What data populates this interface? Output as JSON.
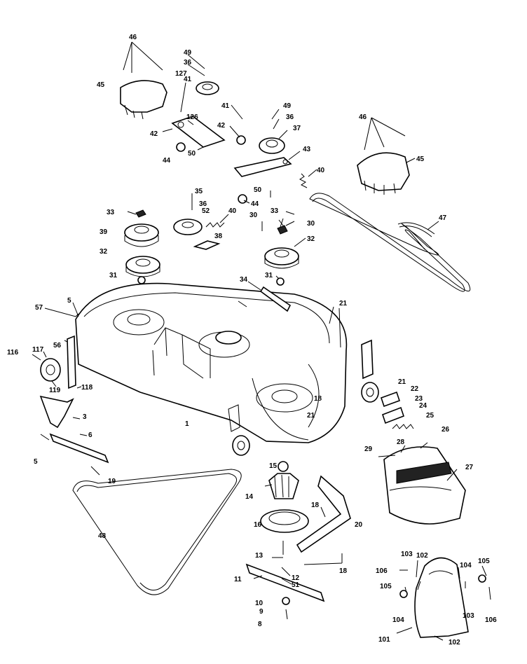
{
  "labels": [
    {
      "id": "l46a",
      "text": "46"
    },
    {
      "id": "l45a",
      "text": "45"
    },
    {
      "id": "l49a",
      "text": "49"
    },
    {
      "id": "l36a",
      "text": "36"
    },
    {
      "id": "l127",
      "text": "127"
    },
    {
      "id": "l41a",
      "text": "41"
    },
    {
      "id": "l126",
      "text": "126"
    },
    {
      "id": "l42a",
      "text": "42"
    },
    {
      "id": "l44a",
      "text": "44"
    },
    {
      "id": "l50a",
      "text": "50"
    },
    {
      "id": "l41b",
      "text": "41"
    },
    {
      "id": "l42b",
      "text": "42"
    },
    {
      "id": "l49b",
      "text": "49"
    },
    {
      "id": "l36b",
      "text": "36"
    },
    {
      "id": "l37",
      "text": "37"
    },
    {
      "id": "l43",
      "text": "43"
    },
    {
      "id": "l46b",
      "text": "46"
    },
    {
      "id": "l45b",
      "text": "45"
    },
    {
      "id": "l40a",
      "text": "40"
    },
    {
      "id": "l50b",
      "text": "50"
    },
    {
      "id": "l44b",
      "text": "44"
    },
    {
      "id": "l35",
      "text": "35"
    },
    {
      "id": "l36c",
      "text": "36"
    },
    {
      "id": "l52",
      "text": "52"
    },
    {
      "id": "l40b",
      "text": "40"
    },
    {
      "id": "l30a",
      "text": "30"
    },
    {
      "id": "l33a",
      "text": "33"
    },
    {
      "id": "l30b",
      "text": "30"
    },
    {
      "id": "l47",
      "text": "47"
    },
    {
      "id": "l33b",
      "text": "33"
    },
    {
      "id": "l39",
      "text": "39"
    },
    {
      "id": "l38",
      "text": "38"
    },
    {
      "id": "l32a",
      "text": "32"
    },
    {
      "id": "l32b",
      "text": "32"
    },
    {
      "id": "l31a",
      "text": "31"
    },
    {
      "id": "l31b",
      "text": "31"
    },
    {
      "id": "l34",
      "text": "34"
    },
    {
      "id": "l21a",
      "text": "21"
    },
    {
      "id": "l57",
      "text": "57"
    },
    {
      "id": "l5a",
      "text": "5"
    },
    {
      "id": "l116",
      "text": "116"
    },
    {
      "id": "l117",
      "text": "117"
    },
    {
      "id": "l56",
      "text": "56"
    },
    {
      "id": "l119",
      "text": "119"
    },
    {
      "id": "l118",
      "text": "118"
    },
    {
      "id": "l21b",
      "text": "21"
    },
    {
      "id": "l22",
      "text": "22"
    },
    {
      "id": "l23",
      "text": "23"
    },
    {
      "id": "l24",
      "text": "24"
    },
    {
      "id": "l25",
      "text": "25"
    },
    {
      "id": "l18a",
      "text": "18"
    },
    {
      "id": "l21c",
      "text": "21"
    },
    {
      "id": "l1",
      "text": "1"
    },
    {
      "id": "l3",
      "text": "3"
    },
    {
      "id": "l6",
      "text": "6"
    },
    {
      "id": "l5b",
      "text": "5"
    },
    {
      "id": "l26",
      "text": "26"
    },
    {
      "id": "l28",
      "text": "28"
    },
    {
      "id": "l29",
      "text": "29"
    },
    {
      "id": "l27",
      "text": "27"
    },
    {
      "id": "l15",
      "text": "15"
    },
    {
      "id": "l19",
      "text": "19"
    },
    {
      "id": "l14",
      "text": "14"
    },
    {
      "id": "l18b",
      "text": "18"
    },
    {
      "id": "l20",
      "text": "20"
    },
    {
      "id": "l16",
      "text": "16"
    },
    {
      "id": "l48",
      "text": "48"
    },
    {
      "id": "l13",
      "text": "13"
    },
    {
      "id": "l18c",
      "text": "18"
    },
    {
      "id": "l12",
      "text": "12"
    },
    {
      "id": "l51",
      "text": "51"
    },
    {
      "id": "l11",
      "text": "11"
    },
    {
      "id": "l10",
      "text": "10"
    },
    {
      "id": "l9",
      "text": "9"
    },
    {
      "id": "l8",
      "text": "8"
    },
    {
      "id": "l106a",
      "text": "106"
    },
    {
      "id": "l103a",
      "text": "103"
    },
    {
      "id": "l102a",
      "text": "102"
    },
    {
      "id": "l104a",
      "text": "104"
    },
    {
      "id": "l105a",
      "text": "105"
    },
    {
      "id": "l105b",
      "text": "105"
    },
    {
      "id": "l104b",
      "text": "104"
    },
    {
      "id": "l103b",
      "text": "103"
    },
    {
      "id": "l106b",
      "text": "106"
    },
    {
      "id": "l101",
      "text": "101"
    },
    {
      "id": "l102b",
      "text": "102"
    }
  ]
}
